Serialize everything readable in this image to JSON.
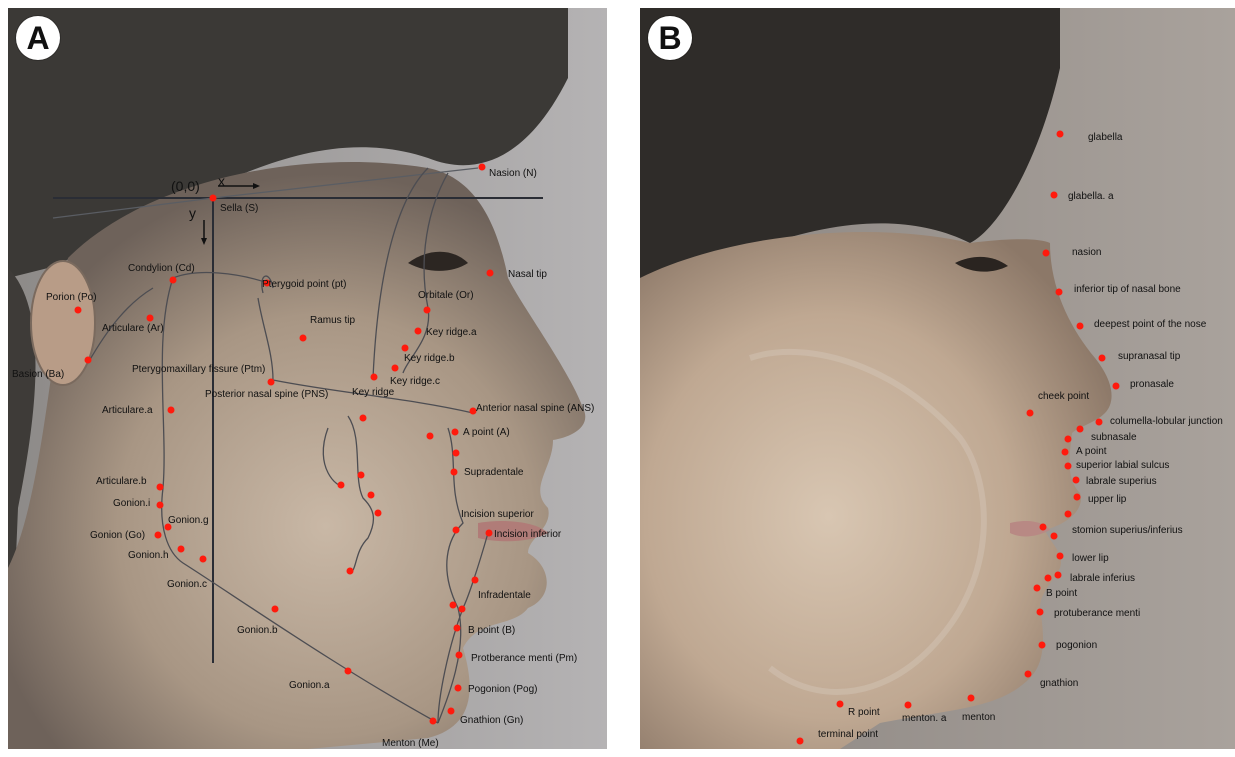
{
  "colors": {
    "landmark": "#ff1a0d",
    "tracing": "#4d4d52",
    "axis": "#2a2d35"
  },
  "panel_a": {
    "badge": "A",
    "axis": {
      "origin": "(0,0)",
      "x": "x",
      "y": "y"
    },
    "landmarks": [
      "Nasion (N)",
      "Sella (S)",
      "Nasal tip",
      "Condylion (Cd)",
      "Pterygoid point (pt)",
      "Porion (Po)",
      "Articulare (Ar)",
      "Orbitale (Or)",
      "Ramus tip",
      "Key ridge.a",
      "Basion (Ba)",
      "Pterygomaxillary fissure (Ptm)",
      "Key ridge.b",
      "Key ridge.c",
      "Posterior nasal spine (PNS)",
      "Key ridge",
      "Anterior nasal spine (ANS)",
      "Articulare.a",
      "A point (A)",
      "Supradentale",
      "Articulare.b",
      "Incision superior",
      "Gonion.i",
      "Gonion.g",
      "Incision inferior",
      "Gonion (Go)",
      "Gonion.h",
      "Gonion.c",
      "Infradentale",
      "Gonion.b",
      "B point (B)",
      "Protberance menti (Pm)",
      "Gonion.a",
      "Pogonion (Pog)",
      "Gnathion (Gn)",
      "Menton (Me)"
    ]
  },
  "panel_b": {
    "badge": "B",
    "landmarks": [
      "glabella",
      "glabella. a",
      "nasion",
      "inferior tip of nasal bone",
      "deepest point of the nose",
      "supranasal tip",
      "pronasale",
      "cheek point",
      "columella-lobular junction",
      "subnasale",
      "A point",
      "superior labial sulcus",
      "labrale superius",
      "upper lip",
      "stomion superius/inferius",
      "lower lip",
      "labrale inferius",
      "B point",
      "protuberance menti",
      "pogonion",
      "gnathion",
      "R point",
      "menton. a",
      "menton",
      "terminal point"
    ]
  }
}
